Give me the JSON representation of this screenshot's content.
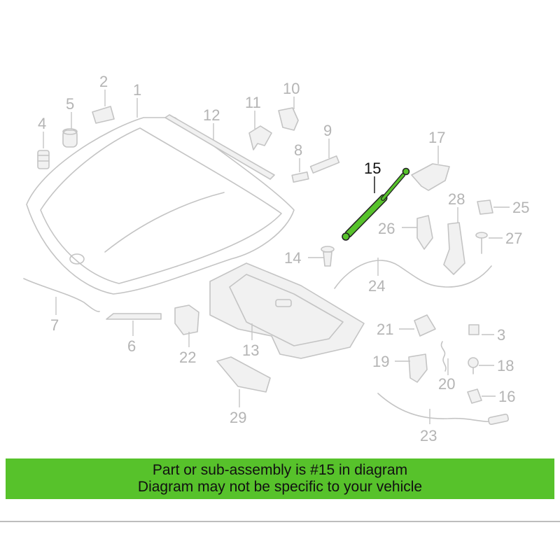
{
  "diagram": {
    "highlight_color": "#57c22b",
    "part_color": "#c4c4c4",
    "highlighted_part": "15",
    "labels": {
      "l1": "1",
      "l2": "2",
      "l3": "3",
      "l4": "4",
      "l5": "5",
      "l6": "6",
      "l7": "7",
      "l8": "8",
      "l9": "9",
      "l10": "10",
      "l11": "11",
      "l12": "12",
      "l13": "13",
      "l14": "14",
      "l15": "15",
      "l16": "16",
      "l17": "17",
      "l18": "18",
      "l19": "19",
      "l20": "20",
      "l21": "21",
      "l22": "22",
      "l23": "23",
      "l24": "24",
      "l25": "25",
      "l26": "26",
      "l27": "27",
      "l28": "28",
      "l29": "29"
    }
  },
  "banner": {
    "background": "#57c22b",
    "line1": "Part or sub-assembly is #15 in diagram",
    "line2": "Diagram may not be specific to your vehicle"
  }
}
